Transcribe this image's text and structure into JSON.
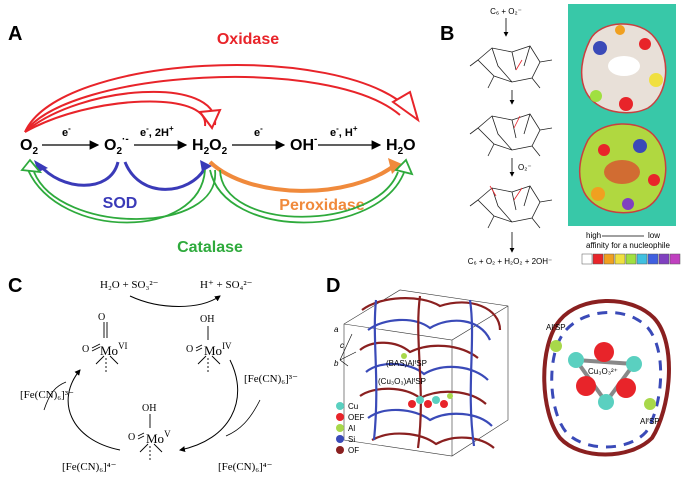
{
  "panels": {
    "a": "A",
    "b": "B",
    "c": "C",
    "d": "D"
  },
  "panel_a": {
    "species": {
      "o2": "O2",
      "superoxide": "O2",
      "superoxide_sup": "·-",
      "h2o2": "H2O2",
      "hydroxyl": "OH",
      "hydroxyl_sup": "-",
      "water": "H2O"
    },
    "steps": {
      "s1": "e-",
      "s2": "e-, 2H+",
      "s3": "e-",
      "s4": "e-, H+"
    },
    "enzymes": {
      "oxidase": "Oxidase",
      "sod": "SOD",
      "peroxidase": "Peroxidase",
      "catalase": "Catalase"
    },
    "colors": {
      "oxidase": "#e8242a",
      "sod": "#3a3ab8",
      "peroxidase": "#f08a3c",
      "catalase": "#2eaa3c"
    }
  },
  "panel_b": {
    "top_eq": "C₆ + O₂⁻",
    "mid_label": "O₂⁻",
    "bottom_eq": "C₆ + O₂ + H₂O₂ + 2OH⁻",
    "scale_high": "high",
    "scale_low": "low",
    "scale_caption": "affinity for a nucleophile",
    "scale_colors": [
      "#ffffff",
      "#e8242a",
      "#f0a020",
      "#f0e040",
      "#a0e040",
      "#40c0e0",
      "#4060e0",
      "#8040c0",
      "#c040c0"
    ]
  },
  "panel_c": {
    "top_left": "H₂O + SO₃²⁻",
    "top_right": "H⁺ + SO₄²⁻",
    "mo6": "Mo",
    "mo6_ox": "VI",
    "mo4": "Mo",
    "mo4_ox": "IV",
    "mo5": "Mo",
    "mo5_ox": "V",
    "fe_left_top": "[Fe(CN)₆]³⁻",
    "fe_left_bottom": "[Fe(CN)₆]⁴⁻",
    "fe_right_top": "[Fe(CN)₆]³⁻",
    "fe_right_bottom": "[Fe(CN)₆]⁴⁻"
  },
  "panel_d": {
    "axis_a": "a",
    "axis_b": "b",
    "axis_c": "c",
    "label_bas": "(BAS)AlᶠSP",
    "label_cu": "(Cu₃O₃)AlᶠSP",
    "legend": [
      "Cu",
      "OEF",
      "Al",
      "Si",
      "OF"
    ],
    "legend_colors": [
      "#5ad0c0",
      "#e8242a",
      "#a8d84a",
      "#3a4ab8",
      "#8a2020"
    ],
    "right_cluster": "Cu₃O₃²⁺",
    "right_al_top": "AlᶠSP",
    "right_al_bottom": "AlᶠSP"
  }
}
